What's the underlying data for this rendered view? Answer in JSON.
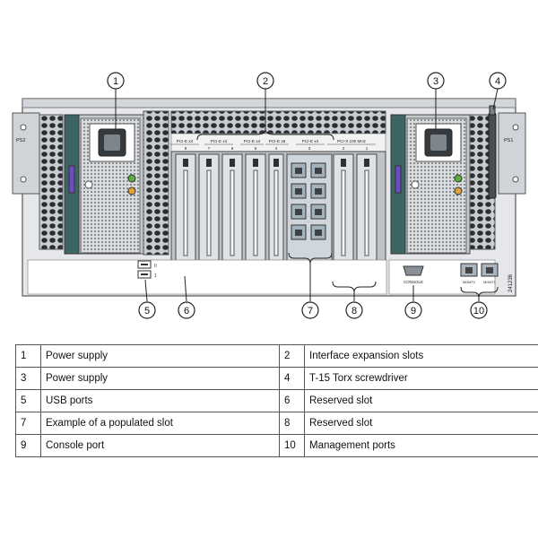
{
  "figure": {
    "chassis_labels": {
      "ps_left": "PS2",
      "ps_right": "PS1",
      "slot_groups": [
        "PCI-E x4",
        "PCI-E x4",
        "PCI-E x4",
        "PCI-E x8",
        "PCI-E x4",
        "PCI-X 100 MHz"
      ],
      "slot_numbers": [
        "8",
        "7",
        "6",
        "5",
        "4",
        "3",
        "2",
        "1"
      ],
      "console": "CONSOLE",
      "mgmt": [
        "MGMT0",
        "MGMT1"
      ],
      "usb_marks": [
        "0",
        "1"
      ],
      "figure_id": "241236"
    },
    "callouts": [
      "1",
      "2",
      "3",
      "4",
      "5",
      "6",
      "7",
      "8",
      "9",
      "10"
    ]
  },
  "legend": {
    "rows": [
      [
        {
          "num": "1",
          "text": "Power supply"
        },
        {
          "num": "2",
          "text": "Interface expansion slots"
        }
      ],
      [
        {
          "num": "3",
          "text": "Power supply"
        },
        {
          "num": "4",
          "text": "T-15 Torx screwdriver"
        }
      ],
      [
        {
          "num": "5",
          "text": "USB ports"
        },
        {
          "num": "6",
          "text": "Reserved slot"
        }
      ],
      [
        {
          "num": "7",
          "text": "Example of a populated slot"
        },
        {
          "num": "8",
          "text": "Reserved slot"
        }
      ],
      [
        {
          "num": "9",
          "text": "Console port"
        },
        {
          "num": "10",
          "text": "Management ports"
        }
      ]
    ]
  }
}
